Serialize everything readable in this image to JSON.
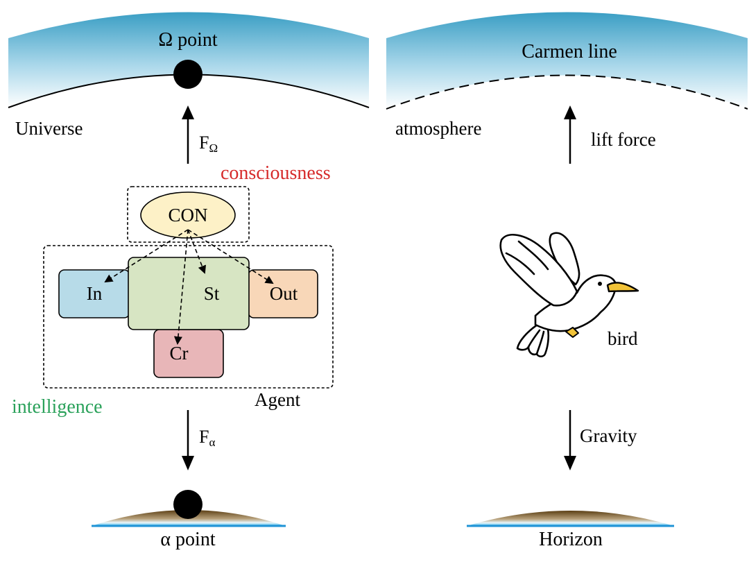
{
  "left_panel": {
    "top_label": "Ω point",
    "region_label": "Universe",
    "up_force": {
      "base": "F",
      "sub": "Ω"
    },
    "consciousness_label": "consciousness",
    "con_label": "CON",
    "modules": {
      "in": "In",
      "st": "St",
      "out": "Out",
      "cr": "Cr"
    },
    "intelligence_label": "intelligence",
    "agent_label": "Agent",
    "down_force": {
      "base": "F",
      "sub": "α"
    },
    "bottom_label": "α point"
  },
  "right_panel": {
    "top_label": "Carmen line",
    "region_label": "atmosphere",
    "up_force_label": "lift force",
    "bird_label": "bird",
    "down_force_label": "Gravity",
    "bottom_label": "Horizon"
  },
  "colors": {
    "sky_top": "#3a9ec4",
    "sky_bottom": "#ffffff",
    "consciousness_text": "#d62a2a",
    "intelligence_text": "#2aa15a",
    "con_fill": "#fdf1c7",
    "in_fill": "#b7dbe8",
    "st_fill": "#d7e5c3",
    "out_fill": "#f8d7b8",
    "cr_fill": "#e8b6b8",
    "ground_brown": "#6b4a1a",
    "ground_blue": "#3bb4e8",
    "beak": "#f2c338"
  }
}
